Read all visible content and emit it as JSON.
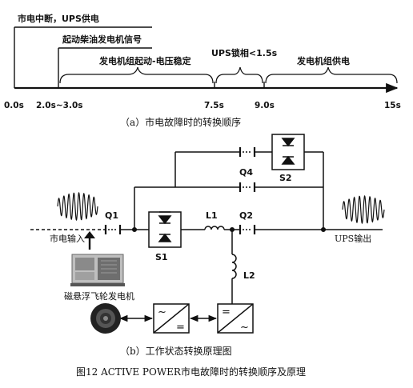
{
  "timeline": {
    "event_outage": "市电中断，UPS供电",
    "event_diesel_signal": "起动柴油发电机信号",
    "phase_start": "发电机组起动-电压稳定",
    "phase_lock": "UPS锁相<1.5s",
    "phase_supply": "发电机组供电",
    "ticks": [
      "0.0s",
      "2.0s~3.0s",
      "7.5s",
      "9.0s",
      "15s"
    ]
  },
  "caption_a": "（a）市电故障时的转换顺序",
  "circuit": {
    "labels": {
      "q1": "Q1",
      "q2": "Q2",
      "q4": "Q4",
      "l1": "L1",
      "l2": "L2",
      "s1": "S1",
      "s2": "S2"
    },
    "mains_input": "市电输入",
    "ups_output": "UPS输出",
    "generator_label": "磁悬浮飞轮发电机",
    "converter_left_symbols": [
      "~",
      "="
    ],
    "converter_right_symbols": [
      "=",
      "~"
    ]
  },
  "caption_b": "（b）工作状态转换原理图",
  "figure_caption": "图12 ACTIVE  POWER市电故障时的转换顺序及原理"
}
